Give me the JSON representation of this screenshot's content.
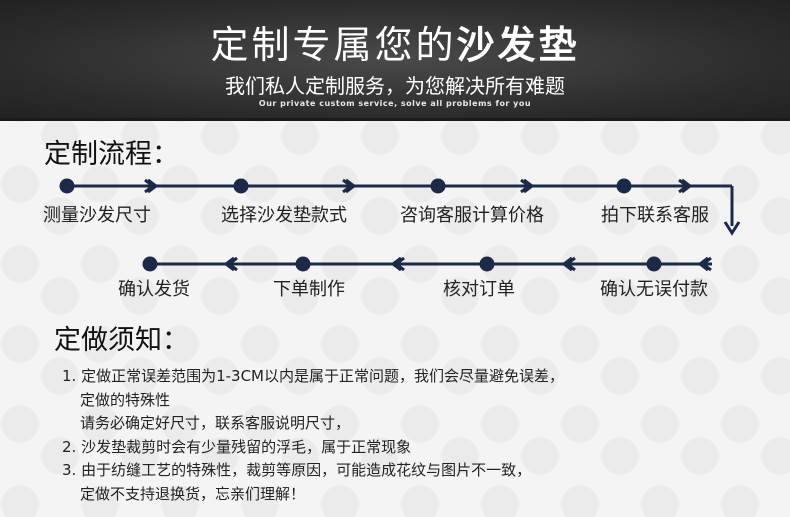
{
  "header": {
    "title_light": "定制专属您的",
    "title_bold": "沙发垫",
    "subtitle": "我们私人定制服务，为您解决所有难题",
    "english": "Our private custom service, solve all problems for you"
  },
  "process": {
    "title": "定制流程：",
    "row1": [
      "测量沙发尺寸",
      "选择沙发垫款式",
      "咨询客服计算价格",
      "拍下联系客服"
    ],
    "row2": [
      "确认无误付款",
      "核对订单",
      "下单制作",
      "确认发货"
    ]
  },
  "notice": {
    "title": "定做须知：",
    "lines": [
      "1. 定做正常误差范围为1-3CM以内是属于正常问题，我们会尽量避免误差，",
      "定做的特殊性",
      "请务必确定好尺寸，联系客服说明尺寸，",
      "2. 沙发垫裁剪时会有少量残留的浮毛，属于正常现象",
      "3. 由于纺缝工艺的特殊性，裁剪等原因，可能造成花纹与图片不一致，",
      "定做不支持退换货，忘亲们理解！"
    ]
  },
  "colors": {
    "header_bg": "#2b2b2b",
    "flow_navy": "#1c2a48"
  }
}
